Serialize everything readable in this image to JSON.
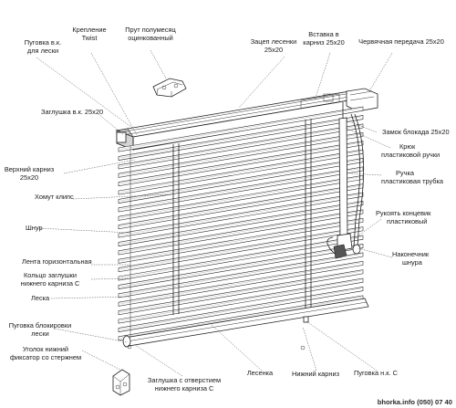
{
  "labels": {
    "lbl1": "Пуговка в.к.",
    "lbl2": "для лески",
    "lbl3": "Крепление",
    "lbl4": "Twist",
    "lbl5": "Прут полумесяц",
    "lbl6": "оцинкованный",
    "lbl7": "Зацеп лесенки",
    "lbl8": "25x20",
    "lbl9": "Вставка в",
    "lbl10": "карниз 25x20",
    "lbl11": "Червячная передача 25x20",
    "lbl12": "Заглушка в.к. 25x20",
    "lbl13": "Замок блокада 25x20",
    "lbl14": "Крюк",
    "lbl15": "пластиковой ручки",
    "lbl16": "Верхний карниз",
    "lbl17": "25x20",
    "lbl18": "Ручка",
    "lbl19": "пластиковая трубка",
    "lbl20": "Хомут клипс",
    "lbl21": "Рукоять концевик",
    "lbl22": "пластиковый",
    "lbl23": "Шнур",
    "lbl24": "Наконечник",
    "lbl25": "шнура",
    "lbl26": "Лента горизонтальная",
    "lbl27": "Кольцо заглушки",
    "lbl28": "нижнего карниза С",
    "lbl29": "Леска",
    "lbl30": "Пуговка блокировки",
    "lbl31": "лески",
    "lbl32": "Уголок нижний",
    "lbl33": "фиксатор со стержнем",
    "lbl34": "Заглушка с отверстием",
    "lbl35": "нижнего карниза С",
    "lbl36": "Лесенка",
    "lbl37": "Нижний карниз",
    "lbl38": "Пуговка н.к. С",
    "footer": "bhorka.info  (050) 07 40"
  }
}
